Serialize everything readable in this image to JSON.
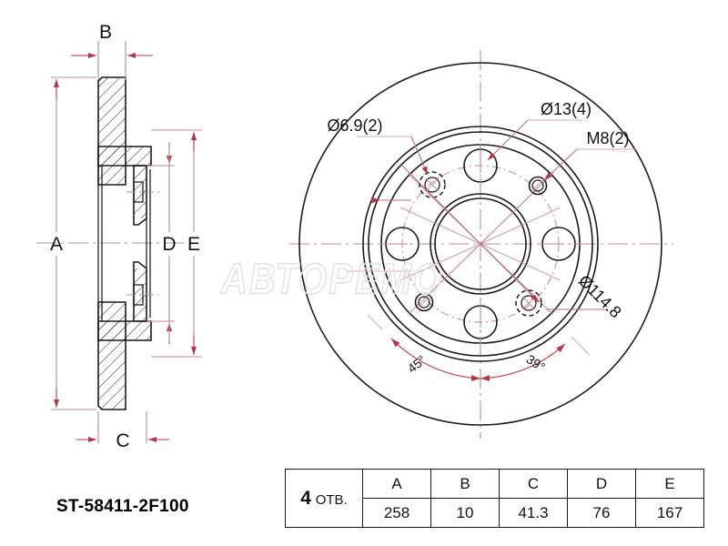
{
  "drawing": {
    "part_number": "ST-58411-2F100",
    "watermark_text": "АВТОРЕМО",
    "section_view": {
      "dimension_letters": [
        "A",
        "B",
        "C",
        "D",
        "E"
      ],
      "letters": {
        "A": "A",
        "B": "B",
        "C": "C",
        "D": "D",
        "E": "E"
      }
    },
    "face_view": {
      "callouts": [
        {
          "id": "hole-small",
          "label": "Ø6.9(2)"
        },
        {
          "id": "hole-bolt",
          "label": "Ø13(4)"
        },
        {
          "id": "hole-thread",
          "label": "M8(2)"
        },
        {
          "id": "bolt-circle",
          "label": "Ø114.8"
        }
      ],
      "angles": [
        {
          "id": "angle-left",
          "label": "45°"
        },
        {
          "id": "angle-right",
          "label": "39°"
        }
      ]
    }
  },
  "spec_table": {
    "holes_count": "4",
    "holes_word": "ОТВ.",
    "headers": [
      "A",
      "B",
      "C",
      "D",
      "E"
    ],
    "values": [
      "258",
      "10",
      "41.3",
      "76",
      "167"
    ]
  },
  "colors": {
    "outline": "#1a1a1a",
    "dimension": "#c08a96",
    "dimension_strong": "#b23a48",
    "watermark": "#e3e3e3",
    "background": "#ffffff"
  }
}
